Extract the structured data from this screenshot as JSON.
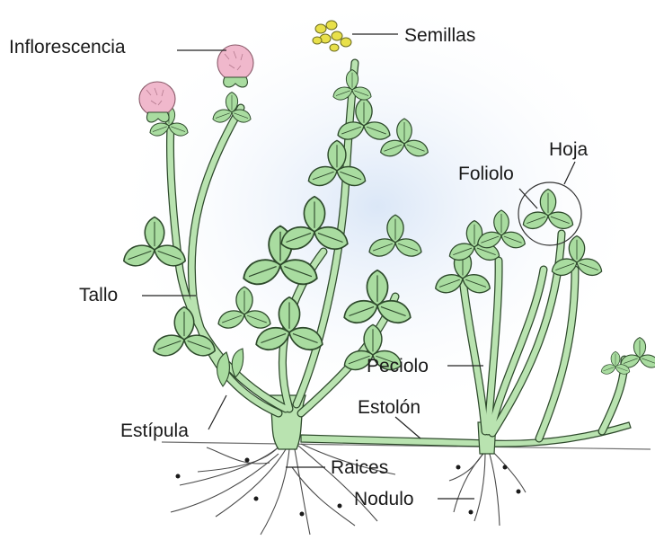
{
  "diagram": {
    "labels": {
      "inflorescencia": "Inflorescencia",
      "semillas": "Semillas",
      "hoja": "Hoja",
      "foliolo": "Foliolo",
      "tallo": "Tallo",
      "peciolo": "Peciolo",
      "estolon": "Estolón",
      "estipula": "Estípula",
      "raices": "Raices",
      "nodulo": "Nodulo"
    }
  },
  "colors": {
    "stem_fill": "#b9e3b0",
    "leaf_fill": "#a9dca0",
    "outline": "#2e4a2c",
    "flower": "#f0b8cc",
    "seeds": "#e8e04a",
    "roots": "#4a4a4a",
    "glow": "#dfe9f6"
  }
}
